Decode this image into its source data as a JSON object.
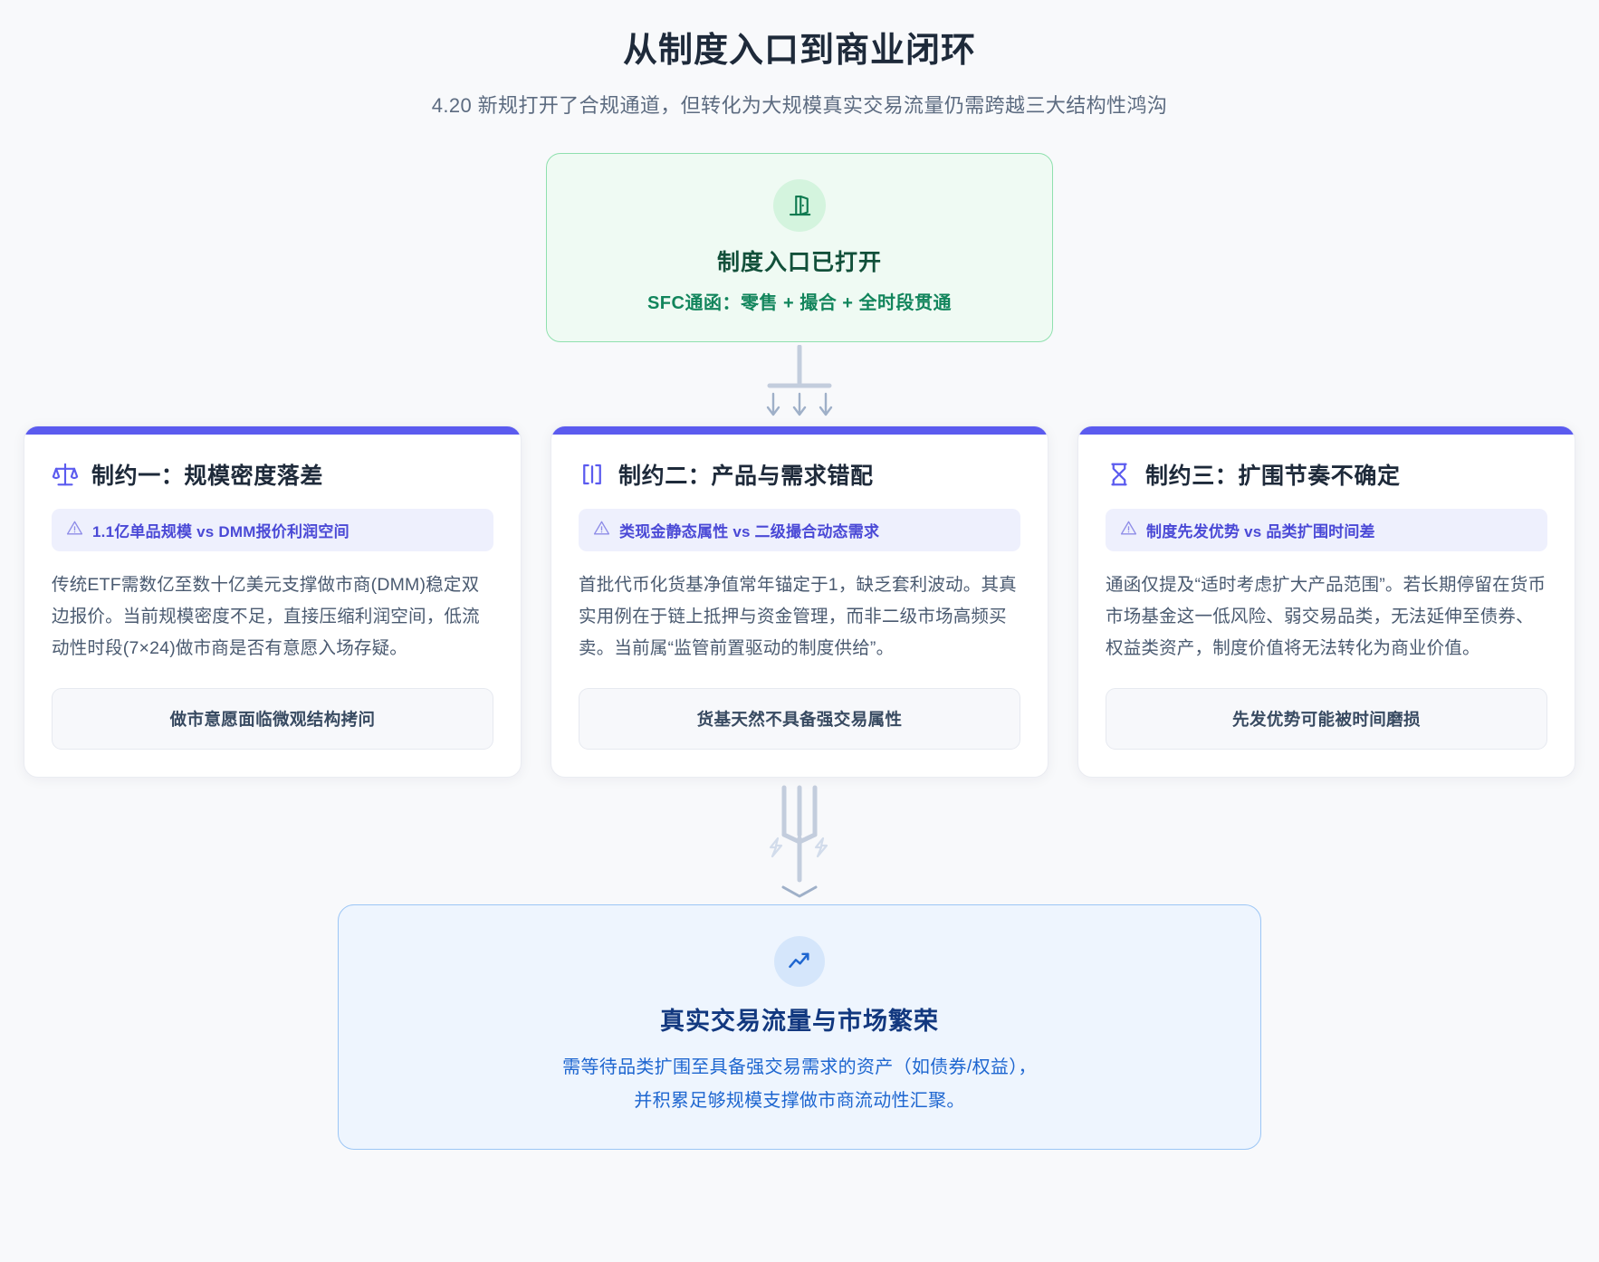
{
  "header": {
    "title": "从制度入口到商业闭环",
    "subtitle": "4.20 新规打开了合规通道，但转化为大规模真实交易流量仍需跨越三大结构性鸿沟"
  },
  "entry": {
    "icon": "open-door-icon",
    "title": "制度入口已打开",
    "subtitle": "SFC通函：零售 + 撮合 + 全时段贯通",
    "border_color": "#8fe0ae",
    "background_color": "#effaf3",
    "title_color": "#12503a",
    "subtitle_color": "#12855c"
  },
  "connector_top": {
    "icon": "three-down-arrows-fanout",
    "color": "#c3cddd",
    "arrow_count": 3
  },
  "connector_bottom": {
    "icon": "three-lines-merge-down-arrow",
    "color": "#c3cddd",
    "side_glyph": "lightning-bolt",
    "side_glyph_count": 2
  },
  "constraints": [
    {
      "accent_color": "#5b5bef",
      "icon": "scales-balance-icon",
      "title": "制约一：规模密度落差",
      "badge_icon": "warning-triangle-icon",
      "badge": "1.1亿单品规模 vs DMM报价利润空间",
      "text": "传统ETF需数亿至数十亿美元支撑做市商(DMM)稳定双边报价。当前规模密度不足，直接压缩利润空间，低流动性时段(7×24)做市商是否有意愿入场存疑。",
      "footer": "做市意愿面临微观结构拷问"
    },
    {
      "accent_color": "#5b5bef",
      "icon": "code-brackets-icon",
      "title": "制约二：产品与需求错配",
      "badge_icon": "warning-triangle-icon",
      "badge": "类现金静态属性 vs 二级撮合动态需求",
      "text": "首批代币化货基净值常年锚定于1，缺乏套利波动。其真实用例在于链上抵押与资金管理，而非二级市场高频买卖。当前属“监管前置驱动的制度供给”。",
      "footer": "货基天然不具备强交易属性"
    },
    {
      "accent_color": "#5b5bef",
      "icon": "hourglass-icon",
      "title": "制约三：扩围节奏不确定",
      "badge_icon": "warning-triangle-icon",
      "badge": "制度先发优势 vs 品类扩围时间差",
      "text": "通函仅提及“适时考虑扩大产品范围”。若长期停留在货币市场基金这一低风险、弱交易品类，无法延伸至债券、权益类资产，制度价值将无法转化为商业价值。",
      "footer": "先发优势可能被时间磨损"
    }
  ],
  "outcome": {
    "icon": "trend-up-arrow-icon",
    "title": "真实交易流量与市场繁荣",
    "line1": "需等待品类扩围至具备强交易需求的资产（如债券/权益），",
    "line2": "并积累足够规模支撑做市商流动性汇聚。",
    "border_color": "#9cc6f5",
    "background_color": "#eef5fe",
    "title_color": "#12387f",
    "text_color": "#1e66d0"
  }
}
